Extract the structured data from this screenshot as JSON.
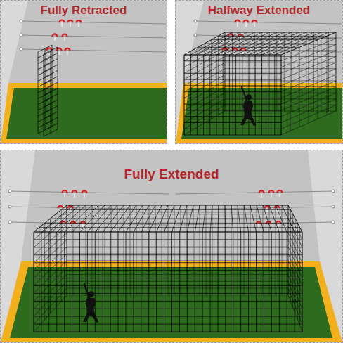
{
  "diagram": {
    "nodes": [
      {
        "text": [
          "Fully Retracted"
        ]
      },
      {
        "text": [
          "Halfway Extended"
        ]
      },
      {
        "text": [
          "Fully Extended"
        ]
      }
    ]
  }
}
